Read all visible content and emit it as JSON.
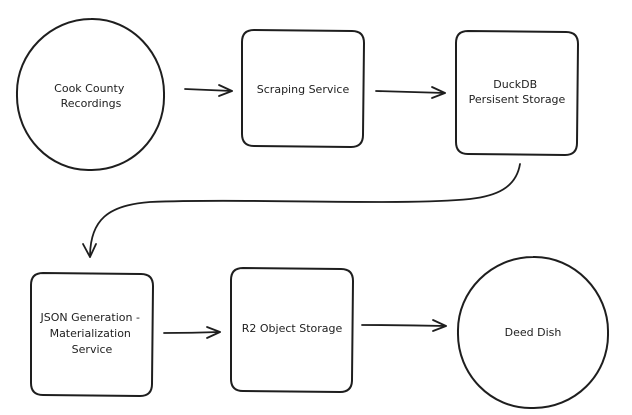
{
  "diagram": {
    "nodes": {
      "cook_county": [
        "Cook County",
        "Recordings"
      ],
      "scraping": [
        "Scraping Service"
      ],
      "duckdb": [
        "DuckDB",
        "Persisent Storage"
      ],
      "json_generation": [
        "JSON Generation -",
        "Materialization",
        "Service"
      ],
      "r2": [
        "R2 Object Storage"
      ],
      "deed_dish": [
        "Deed Dish"
      ]
    },
    "edges": [
      {
        "from": "cook_county",
        "to": "scraping"
      },
      {
        "from": "scraping",
        "to": "duckdb"
      },
      {
        "from": "duckdb",
        "to": "json_generation"
      },
      {
        "from": "json_generation",
        "to": "r2"
      },
      {
        "from": "r2",
        "to": "deed_dish"
      }
    ]
  }
}
